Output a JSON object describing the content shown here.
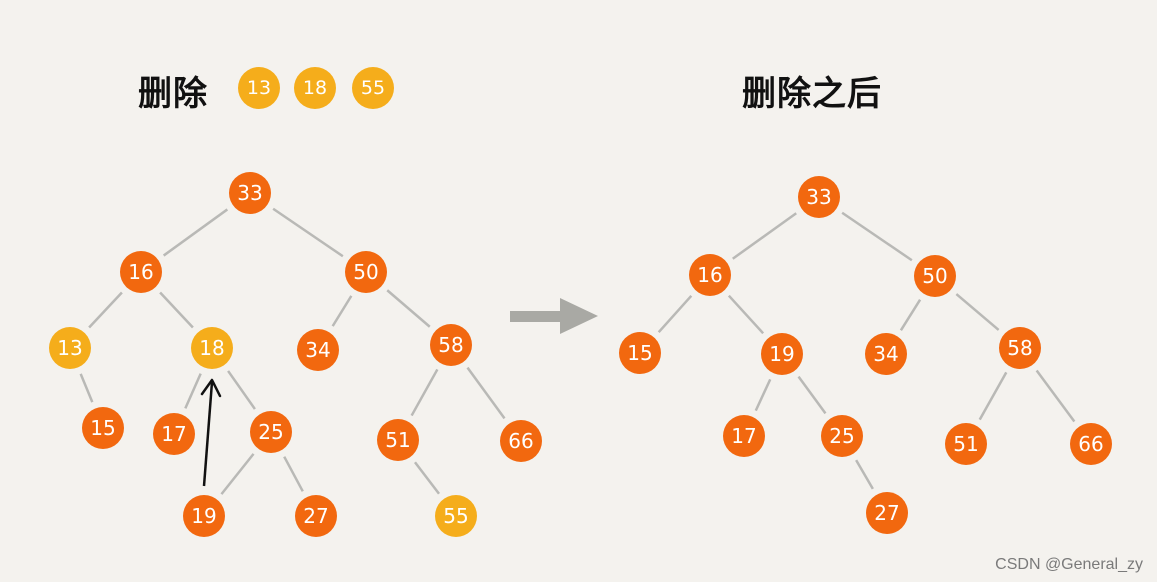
{
  "left_title": "删除",
  "deleted_values": [
    "13",
    "18",
    "55"
  ],
  "right_title": "删除之后",
  "colors": {
    "regular_node": "#f2680f",
    "deleted_node": "#f5ad1b",
    "edge": "#b9b9b6",
    "background": "#f4f2ee"
  },
  "before_tree": {
    "nodes": [
      {
        "id": "b33",
        "label": "33"
      },
      {
        "id": "b16",
        "label": "16"
      },
      {
        "id": "b50",
        "label": "50"
      },
      {
        "id": "b13",
        "label": "13",
        "deleted": true
      },
      {
        "id": "b18",
        "label": "18",
        "deleted": true
      },
      {
        "id": "b34",
        "label": "34"
      },
      {
        "id": "b58",
        "label": "58"
      },
      {
        "id": "b15",
        "label": "15"
      },
      {
        "id": "b17",
        "label": "17"
      },
      {
        "id": "b25",
        "label": "25"
      },
      {
        "id": "b51",
        "label": "51"
      },
      {
        "id": "b66",
        "label": "66"
      },
      {
        "id": "b19",
        "label": "19"
      },
      {
        "id": "b27",
        "label": "27"
      },
      {
        "id": "b55",
        "label": "55",
        "deleted": true
      }
    ],
    "edges": [
      [
        "b33",
        "b16"
      ],
      [
        "b33",
        "b50"
      ],
      [
        "b16",
        "b13"
      ],
      [
        "b16",
        "b18"
      ],
      [
        "b50",
        "b34"
      ],
      [
        "b50",
        "b58"
      ],
      [
        "b13",
        "b15"
      ],
      [
        "b18",
        "b17"
      ],
      [
        "b18",
        "b25"
      ],
      [
        "b58",
        "b51"
      ],
      [
        "b58",
        "b66"
      ],
      [
        "b25",
        "b19"
      ],
      [
        "b25",
        "b27"
      ],
      [
        "b51",
        "b55"
      ]
    ]
  },
  "after_tree": {
    "nodes": [
      {
        "id": "a33",
        "label": "33"
      },
      {
        "id": "a16",
        "label": "16"
      },
      {
        "id": "a50",
        "label": "50"
      },
      {
        "id": "a15",
        "label": "15"
      },
      {
        "id": "a19",
        "label": "19"
      },
      {
        "id": "a34",
        "label": "34"
      },
      {
        "id": "a58",
        "label": "58"
      },
      {
        "id": "a17",
        "label": "17"
      },
      {
        "id": "a25",
        "label": "25"
      },
      {
        "id": "a51",
        "label": "51"
      },
      {
        "id": "a66",
        "label": "66"
      },
      {
        "id": "a27",
        "label": "27"
      }
    ],
    "edges": [
      [
        "a33",
        "a16"
      ],
      [
        "a33",
        "a50"
      ],
      [
        "a16",
        "a15"
      ],
      [
        "a16",
        "a19"
      ],
      [
        "a50",
        "a34"
      ],
      [
        "a50",
        "a58"
      ],
      [
        "a19",
        "a17"
      ],
      [
        "a19",
        "a25"
      ],
      [
        "a58",
        "a51"
      ],
      [
        "a58",
        "a66"
      ],
      [
        "a25",
        "a27"
      ]
    ]
  },
  "watermark": "CSDN @General_zy"
}
